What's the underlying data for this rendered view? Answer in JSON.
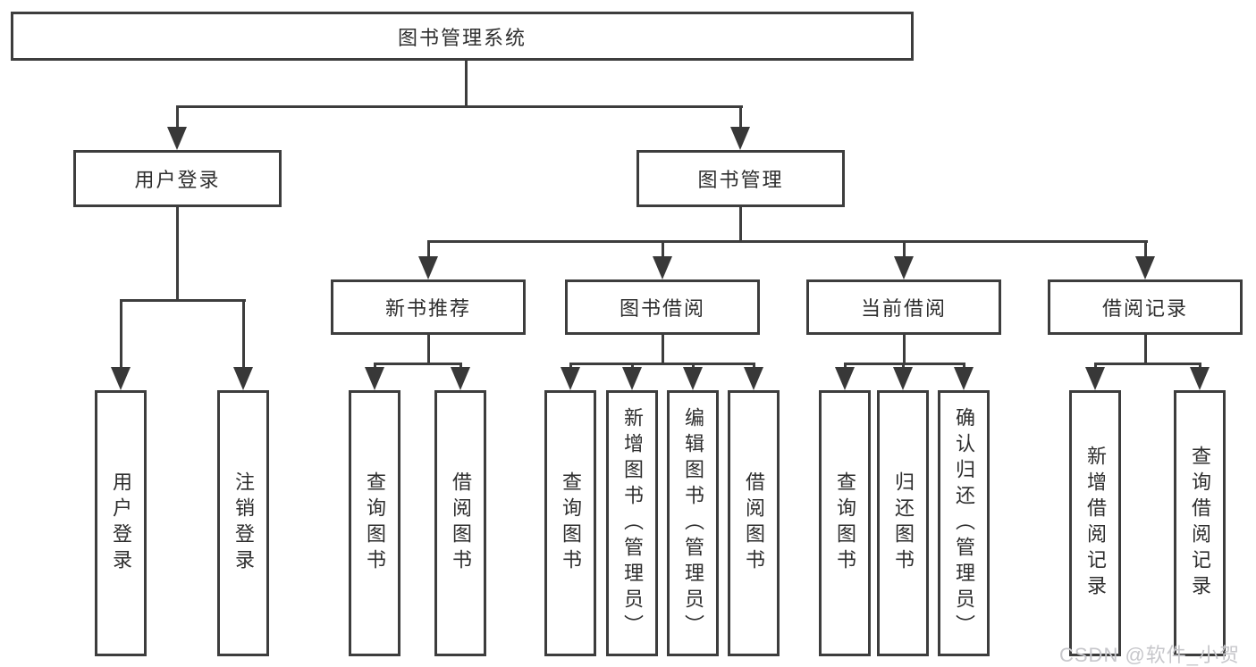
{
  "diagram": {
    "root": {
      "label": "图书管理系统"
    },
    "level2": [
      {
        "label": "用户登录"
      },
      {
        "label": "图书管理"
      }
    ],
    "level3": [
      {
        "label": "新书推荐"
      },
      {
        "label": "图书借阅"
      },
      {
        "label": "当前借阅"
      },
      {
        "label": "借阅记录"
      }
    ],
    "leaves": {
      "user_login": [
        {
          "label": "用户登录"
        },
        {
          "label": "注销登录"
        }
      ],
      "new_book": [
        {
          "label": "查询图书"
        },
        {
          "label": "借阅图书"
        }
      ],
      "book_borrow": [
        {
          "label": "查询图书"
        },
        {
          "label": "新增图书（管理员）"
        },
        {
          "label": "编辑图书（管理员）"
        },
        {
          "label": "借阅图书"
        }
      ],
      "current_borrow": [
        {
          "label": "查询图书"
        },
        {
          "label": "归还图书"
        },
        {
          "label": "确认归还（管理员）"
        }
      ],
      "borrow_records": [
        {
          "label": "新增借阅记录"
        },
        {
          "label": "查询借阅记录"
        }
      ]
    }
  },
  "watermark": {
    "text": "CSDN @软件_小贺同学"
  },
  "colors": {
    "line": "#3d3d3d",
    "text": "#2e2e2e",
    "background": "#ffffff",
    "watermark": "#c7c7cb"
  }
}
